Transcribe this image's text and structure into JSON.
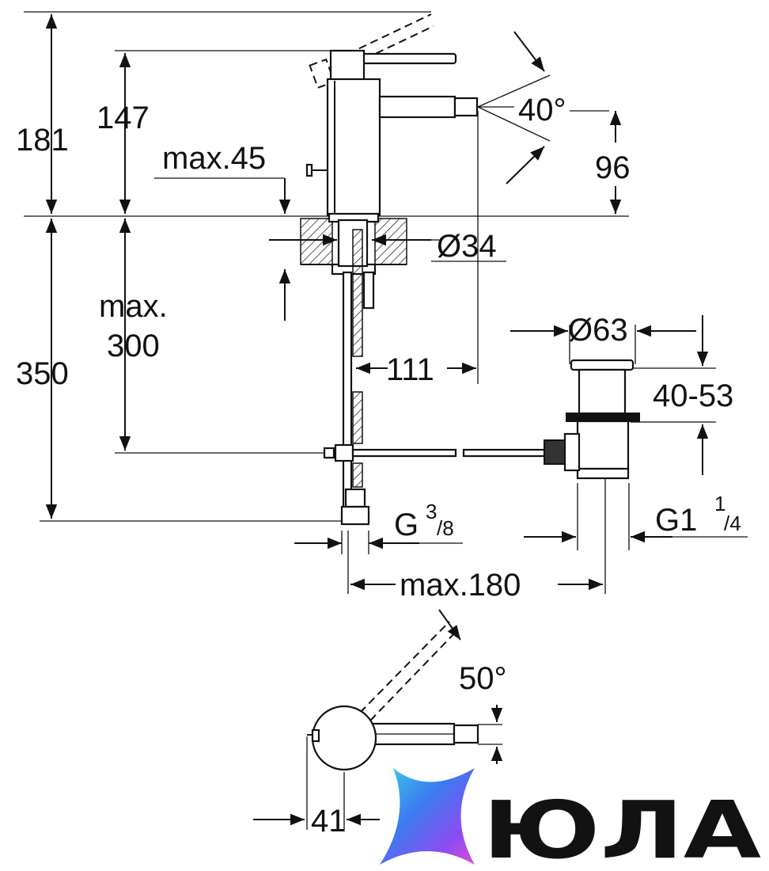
{
  "dimensions": {
    "d181": "181",
    "d147": "147",
    "max45": "max.45",
    "d350": "350",
    "max300_line1": "max.",
    "max300_line2": "300",
    "angle40": "40°",
    "d96": "96",
    "dia34": "Ø34",
    "d111": "111",
    "dia63": "Ø63",
    "d40_53": "40-53",
    "thread_g38_base": "G",
    "thread_g38_num": "3",
    "thread_g38_den": "/8",
    "thread_g114_base": "G1",
    "thread_g114_num": "1",
    "thread_g114_den": "/4",
    "max180": "max.180",
    "angle50": "50°",
    "d41": "41"
  },
  "logo": {
    "text": "ЮЛА",
    "gradient": [
      "#3fd0e8",
      "#3a7cf0",
      "#8a4df2",
      "#d94ad6"
    ]
  }
}
